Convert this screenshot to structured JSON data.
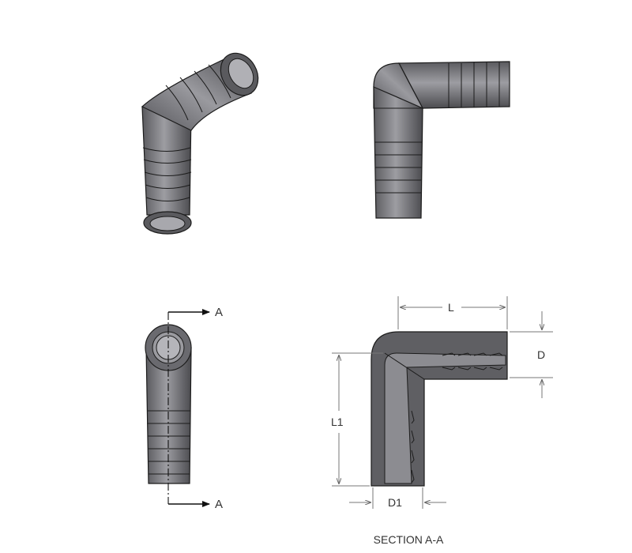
{
  "labels": {
    "section_mark_top": "A",
    "section_mark_bottom": "A",
    "dim_length": "L",
    "dim_diameter": "D",
    "dim_length_vertical": "L1",
    "dim_diameter_bottom": "D1",
    "section_caption": "SECTION A-A"
  },
  "colors": {
    "body_dark": "#4f4f53",
    "body_mid": "#7a7a7f",
    "body_light": "#a5a5aa",
    "outline": "#1c1c1c",
    "section_fill": "#5f5f63",
    "dimension_line": "#777777"
  }
}
